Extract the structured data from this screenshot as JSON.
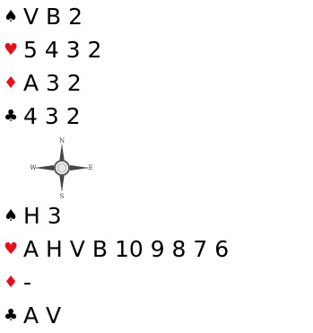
{
  "colors": {
    "black_suit": "#000000",
    "red_suit": "#e8101a",
    "cards_text": "#000000"
  },
  "north": {
    "rows": [
      {
        "suit_icon": "spade-icon",
        "symbol": "♠",
        "color": "#000000",
        "cards": "V B 2"
      },
      {
        "suit_icon": "heart-icon",
        "symbol": "♥",
        "color": "#e8101a",
        "cards": "5 4 3 2"
      },
      {
        "suit_icon": "diamond-icon",
        "symbol": "♦",
        "color": "#e8101a",
        "cards": "A 3 2"
      },
      {
        "suit_icon": "club-icon",
        "symbol": "♣",
        "color": "#000000",
        "cards": "4 3 2"
      }
    ]
  },
  "compass": {
    "icon": "compass-rose-icon",
    "n": "N",
    "s": "S",
    "w": "W",
    "e": "E"
  },
  "south": {
    "rows": [
      {
        "suit_icon": "spade-icon",
        "symbol": "♠",
        "color": "#000000",
        "cards": "H 3"
      },
      {
        "suit_icon": "heart-icon",
        "symbol": "♥",
        "color": "#e8101a",
        "cards": "A H V B 10 9 8 7 6"
      },
      {
        "suit_icon": "diamond-icon",
        "symbol": "♦",
        "color": "#e8101a",
        "cards": "-"
      },
      {
        "suit_icon": "club-icon",
        "symbol": "♣",
        "color": "#000000",
        "cards": "A V"
      }
    ]
  }
}
